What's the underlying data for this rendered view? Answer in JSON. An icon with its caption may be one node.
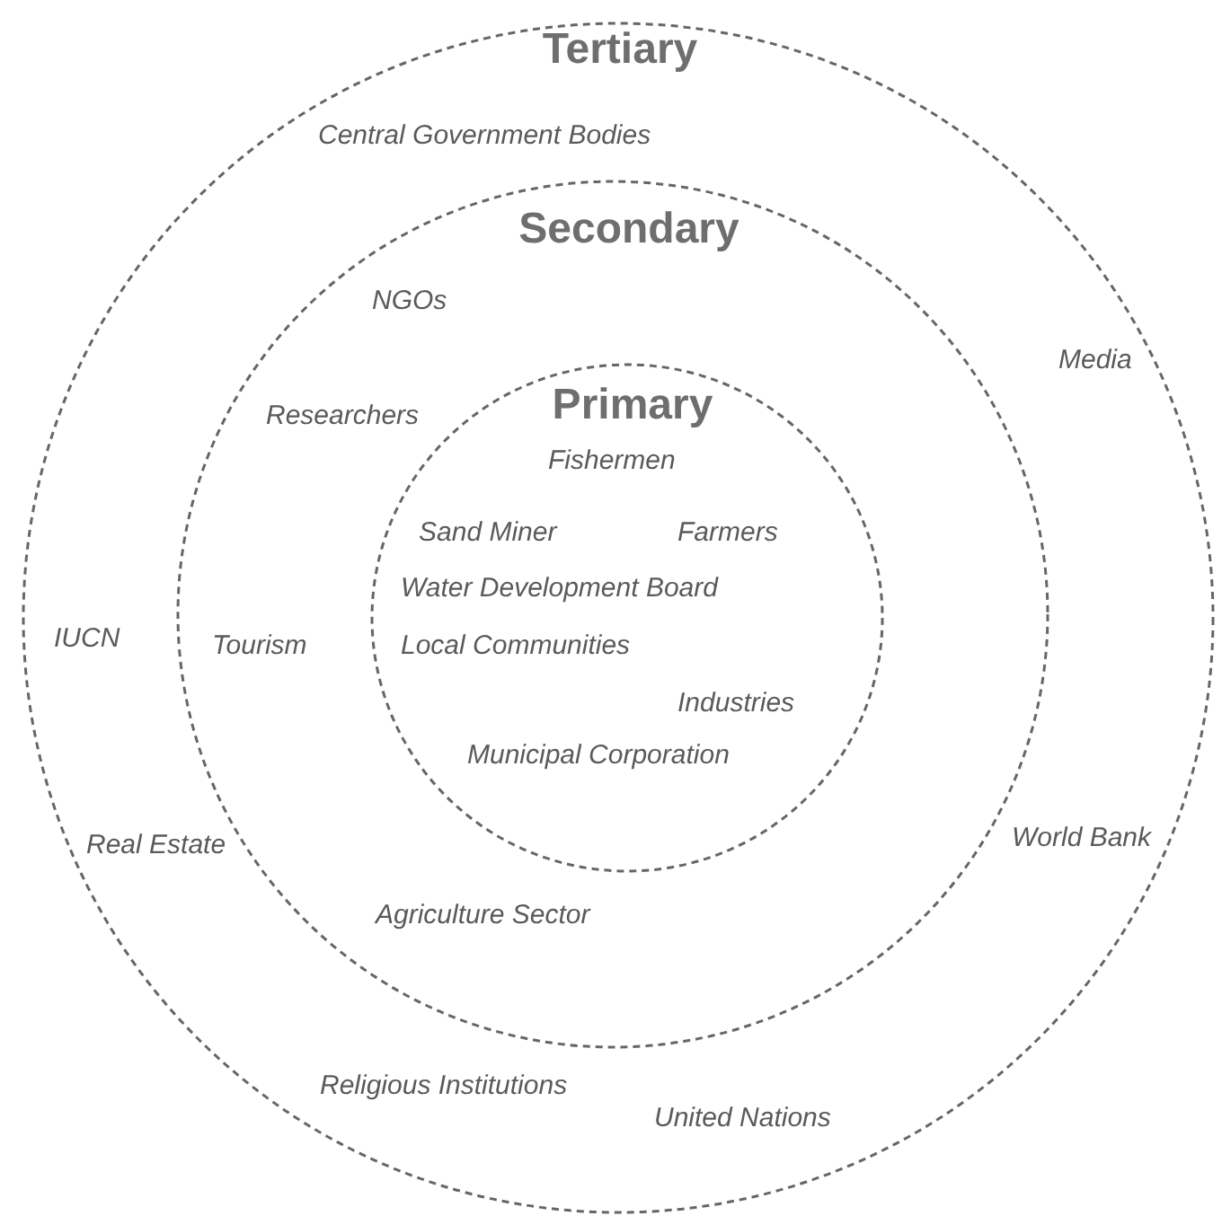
{
  "diagram": {
    "nodes": [
      {
        "text": [
          "Tertiary",
          "Central Government Bodies",
          "Media",
          "IUCN",
          "Real Estate",
          "World Bank",
          "Religious Institutions",
          "United Nations"
        ]
      },
      {
        "text": [
          "Secondary",
          "NGOs",
          "Researchers",
          "Tourism",
          "Agriculture Sector"
        ],
        "in": 0
      },
      {
        "text": [
          "Primary",
          "Fishermen",
          "Sand Miner",
          "Farmers",
          "Water Development Board",
          "Local Communities",
          "Industries",
          "Municipal Corporation"
        ],
        "in": 1
      }
    ]
  }
}
